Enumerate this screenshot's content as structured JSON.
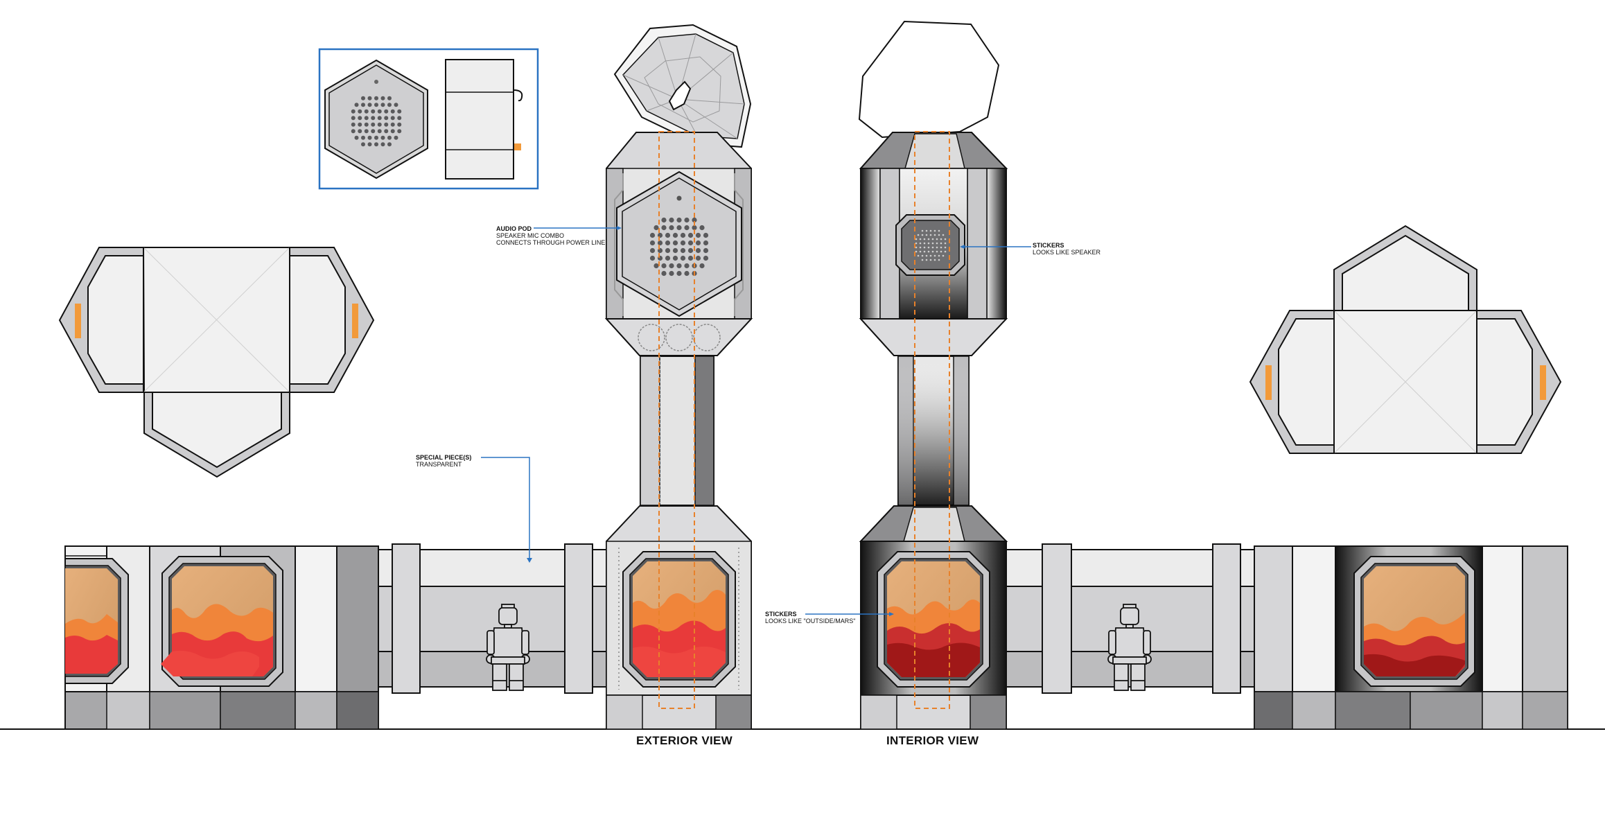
{
  "annotations": {
    "audio_pod": {
      "title": "AUDIO POD",
      "line1": "SPEAKER MIC COMBO",
      "line2": "CONNECTS THROUGH POWER LINE"
    },
    "special_piece": {
      "title": "SPECIAL PIECE(S)",
      "line1": "TRANSPARENT"
    },
    "stickers_speaker": {
      "title": "STICKERS",
      "line1": "LOOKS LIKE SPEAKER"
    },
    "stickers_mars": {
      "title": "STICKERS",
      "line1": "LOOKS LIKE \"OUTSIDE/MARS\""
    }
  },
  "captions": {
    "exterior": "EXTERIOR VIEW",
    "interior": "INTERIOR VIEW"
  },
  "colors": {
    "outline": "#111111",
    "panel_light": "#efefef",
    "panel_mid": "#c9c9cb",
    "panel_dark": "#7a7a7c",
    "accent_orange": "#f29a3a",
    "dashed_orange": "#e8812a",
    "callout_blue": "#2a73c2",
    "window_sky": "#dba575",
    "mars_orange": "#f0853a",
    "mars_red": "#e83a3a"
  }
}
